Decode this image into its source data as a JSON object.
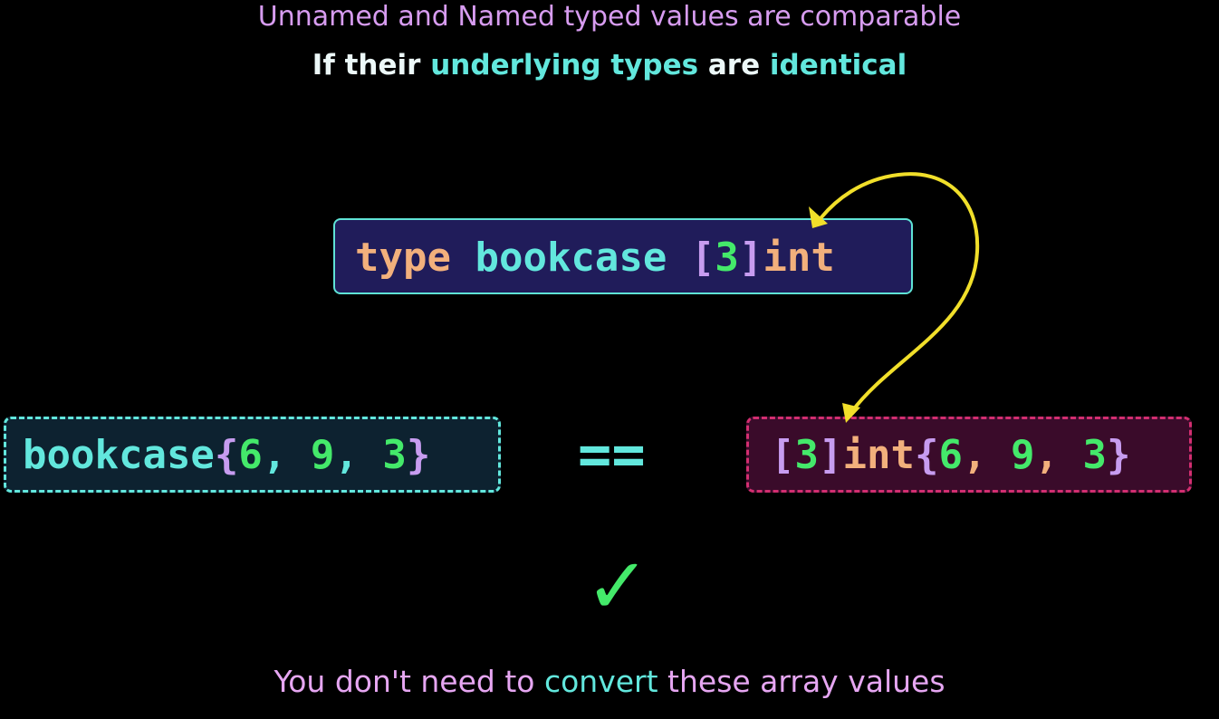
{
  "heading": {
    "line1": "Unnamed and Named typed values are comparable",
    "line2": {
      "part1": "If their ",
      "part2": "underlying types",
      "part3": " are ",
      "part4": "identical"
    }
  },
  "type_declaration": {
    "keyword": "type",
    "name": "bookcase",
    "open": "[",
    "length": "3",
    "close": "]",
    "elem": "int"
  },
  "left_expression": {
    "name": "bookcase",
    "open_brace": "{",
    "v1": "6",
    "sep1": ", ",
    "v2": "9",
    "sep2": ", ",
    "v3": "3",
    "close_brace": "}"
  },
  "operator": "==",
  "right_expression": {
    "open": "[",
    "length": "3",
    "close": "]",
    "elem": "int",
    "open_brace": "{",
    "v1": "6",
    "sep1": ", ",
    "v2": "9",
    "sep2": ", ",
    "v3": "3",
    "close_brace": "}"
  },
  "result_icon": "checkmark-icon",
  "footer": {
    "part1": "You don't need to ",
    "part2": "convert",
    "part3": " these array values"
  },
  "colors": {
    "background": "#000000",
    "accent_cyan": "#62e7dd",
    "accent_pink": "#d79cf0",
    "keyword_orange": "#f2b07c",
    "number_green": "#44e96a",
    "arrow_yellow": "#f1df2a",
    "box_navy": "#201c5a",
    "box_maroon": "#3a0b2a",
    "box_border_red": "#d22e70"
  }
}
